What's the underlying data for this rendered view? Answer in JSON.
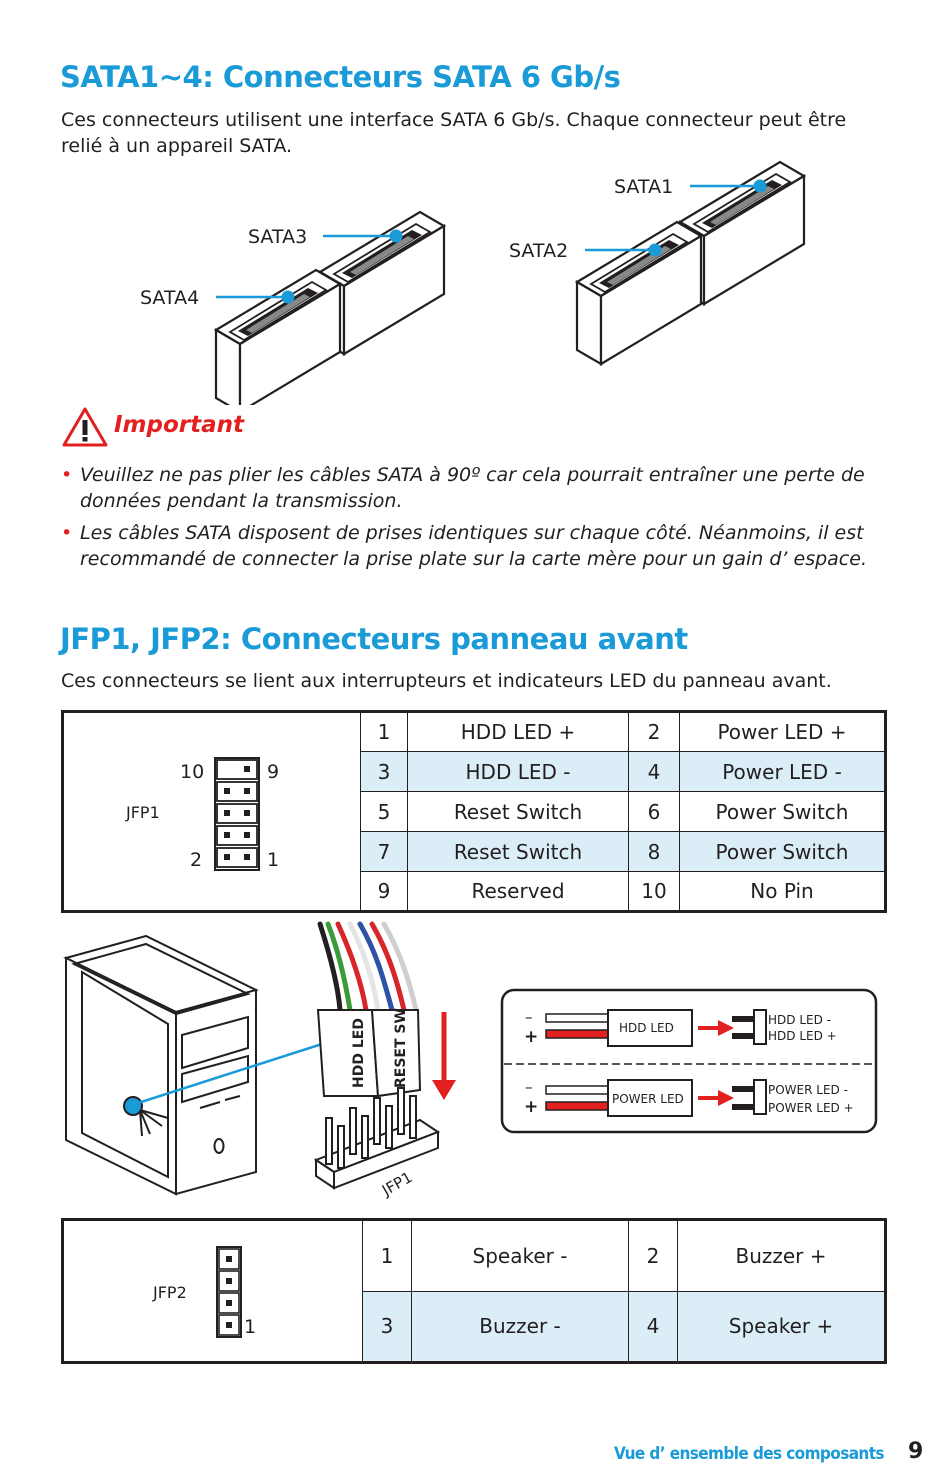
{
  "sata": {
    "title": "SATA1~4: Connecteurs SATA 6 Gb/s",
    "description": "Ces connecteurs utilisent une interface SATA 6 Gb/s. Chaque connecteur peut être relié à un appareil SATA.",
    "labels": [
      "SATA1",
      "SATA2",
      "SATA3",
      "SATA4"
    ]
  },
  "important": {
    "title": "Important",
    "bullets": [
      "Veuillez ne pas plier les câbles SATA à 90º car cela pourrait entraîner une perte de données pendant la transmission.",
      "Les câbles SATA disposent de prises identiques sur chaque côté. Néanmoins, il est recommandé de connecter la prise plate sur la carte mère pour un gain d’ espace."
    ]
  },
  "jfp": {
    "title": "JFP1, JFP2: Connecteurs panneau avant",
    "description": "Ces connecteurs se lient aux interrupteurs et indicateurs LED du panneau avant.",
    "jfp1_label": "JFP1",
    "jfp1_pin_labels": {
      "top_left": "10",
      "top_right": "9",
      "bottom_left": "2",
      "bottom_right": "1"
    },
    "jfp1_table": [
      {
        "pin_a": "1",
        "signal_a": "HDD LED +",
        "pin_b": "2",
        "signal_b": "Power LED +"
      },
      {
        "pin_a": "3",
        "signal_a": "HDD LED -",
        "pin_b": "4",
        "signal_b": "Power LED -"
      },
      {
        "pin_a": "5",
        "signal_a": "Reset Switch",
        "pin_b": "6",
        "signal_b": "Power Switch"
      },
      {
        "pin_a": "7",
        "signal_a": "Reset Switch",
        "pin_b": "8",
        "signal_b": "Power Switch"
      },
      {
        "pin_a": "9",
        "signal_a": "Reserved",
        "pin_b": "10",
        "signal_b": "No Pin"
      }
    ],
    "illustration": {
      "connector_labels": [
        "HDD LED",
        "RESET SW"
      ],
      "header_label": "JFP1",
      "led_box": {
        "minus": "–",
        "plus": "+",
        "hdd_led": "HDD LED",
        "hdd_minus": "HDD LED -",
        "hdd_plus": "HDD LED +",
        "power_led": "POWER LED",
        "power_minus": "POWER LED -",
        "power_plus": "POWER LED +"
      }
    },
    "jfp2_label": "JFP2",
    "jfp2_pin_label": "1",
    "jfp2_table": [
      {
        "pin_a": "1",
        "signal_a": "Speaker -",
        "pin_b": "2",
        "signal_b": "Buzzer +"
      },
      {
        "pin_a": "3",
        "signal_a": "Buzzer -",
        "pin_b": "4",
        "signal_b": "Speaker +"
      }
    ]
  },
  "footer": {
    "section": "Vue d’ ensemble des composants",
    "page": "9"
  },
  "colors": {
    "accent": "#1a9bd7",
    "warning": "#e1201f",
    "row_highlight": "#dbeef8"
  }
}
